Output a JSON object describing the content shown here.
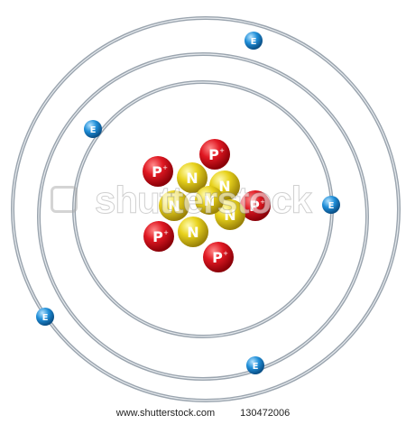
{
  "labels": {
    "proton": "P",
    "neutron": "N",
    "electron": "E",
    "charge": "+"
  },
  "watermark": {
    "overlay": "shutterstock",
    "site": "www.shutterstock.com",
    "image_id": "130472006"
  },
  "colors": {
    "proton": "#e01822",
    "neutron": "#e8d21c",
    "electron": "#1f8ed8",
    "orbit": "#8e9aa6"
  }
}
